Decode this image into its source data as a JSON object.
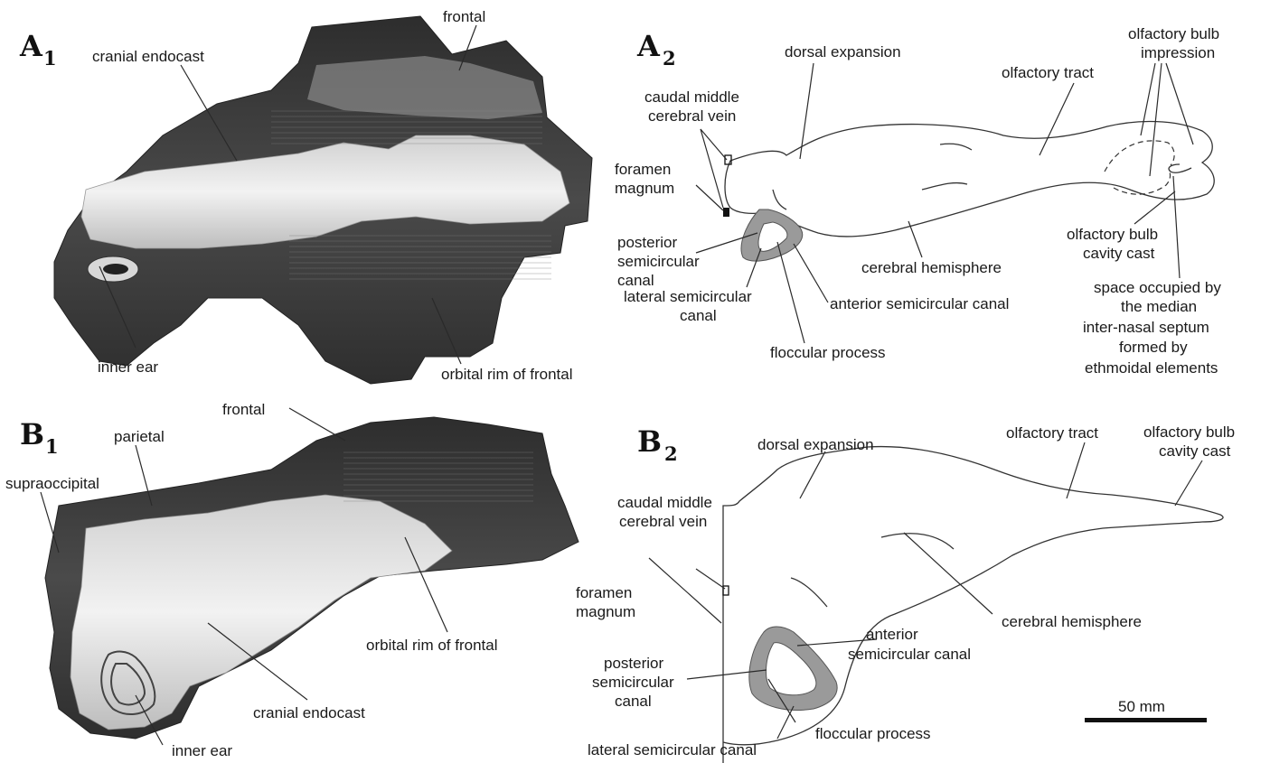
{
  "colors": {
    "background": "#ffffff",
    "bone_dark": "#3e3e3e",
    "bone_mid": "#6f6f6f",
    "endocast_light": "#e6e6e6",
    "canal_gray": "#9a9a9a"
  },
  "panels": {
    "a1": {
      "letter": "A",
      "sub": "1"
    },
    "a2": {
      "letter": "A",
      "sub": "2"
    },
    "b1": {
      "letter": "B",
      "sub": "1"
    },
    "b2": {
      "letter": "B",
      "sub": "2"
    }
  },
  "a1_labels": {
    "frontal": "frontal",
    "cranial_endocast": "cranial endocast",
    "inner_ear": "inner ear",
    "orbital_rim": "orbital rim of frontal"
  },
  "a2_labels": {
    "dorsal_expansion": "dorsal expansion",
    "olfactory_tract": "olfactory tract",
    "olfactory_bulb_impression_1": "olfactory bulb",
    "olfactory_bulb_impression_2": "impression",
    "caudal_vein_1": "caudal middle",
    "caudal_vein_2": "cerebral vein",
    "foramen_1": "foramen",
    "foramen_2": "magnum",
    "posterior_canal_1": "posterior",
    "posterior_canal_2": "semicircular",
    "posterior_canal_3": "canal",
    "cerebral_hemisphere": "cerebral hemisphere",
    "bulb_cavity_1": "olfactory bulb",
    "bulb_cavity_2": "cavity cast",
    "anterior_canal": "anterior semicircular canal",
    "lateral_canal_1": "lateral semicircular",
    "lateral_canal_2": "canal",
    "floccular_process": "floccular process",
    "septum_1": "space occupied by",
    "septum_2": "the median",
    "septum_3": "inter-nasal septum",
    "septum_4": "formed by",
    "septum_5": "ethmoidal elements"
  },
  "b1_labels": {
    "frontal": "frontal",
    "parietal": "parietal",
    "supraoccipital": "supraoccipital",
    "orbital_rim": "orbital rim of frontal",
    "cranial_endocast": "cranial endocast",
    "inner_ear": "inner ear"
  },
  "b2_labels": {
    "dorsal_expansion": "dorsal expansion",
    "olfactory_tract": "olfactory tract",
    "bulb_cavity_1": "olfactory bulb",
    "bulb_cavity_2": "cavity cast",
    "caudal_vein_1": "caudal middle",
    "caudal_vein_2": "cerebral vein",
    "foramen_1": "foramen",
    "foramen_2": "magnum",
    "cerebral_hemisphere": "cerebral hemisphere",
    "anterior_canal_1": "anterior",
    "anterior_canal_2": "semicircular canal",
    "posterior_canal_1": "posterior",
    "posterior_canal_2": "semicircular",
    "posterior_canal_3": "canal",
    "floccular_process": "floccular process",
    "lateral_canal": "lateral semicircular canal",
    "scale_bar": "50 mm"
  }
}
